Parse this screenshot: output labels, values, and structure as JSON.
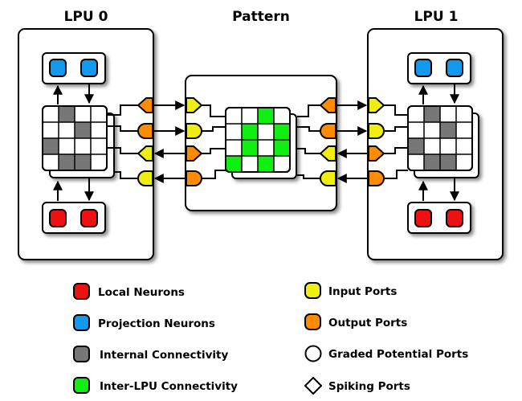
{
  "titles": {
    "lpu0": "LPU 0",
    "pattern": "Pattern",
    "lpu1": "LPU 1"
  },
  "colors": {
    "local": "#ee1111",
    "projection": "#1199ee",
    "internal": "#777777",
    "inter": "#11ee11",
    "input": "#eeee11",
    "output": "#ff8c00"
  },
  "legend": {
    "local_neurons": "Local Neurons",
    "projection_neurons": "Projection Neurons",
    "internal_connectivity": "Internal Connectivity",
    "inter_lpu_connectivity": "Inter-LPU Connectivity",
    "input_ports": "Input Ports",
    "output_ports": "Output Ports",
    "graded_potential_ports": "Graded Potential Ports",
    "spiking_ports": "Spiking Ports"
  }
}
